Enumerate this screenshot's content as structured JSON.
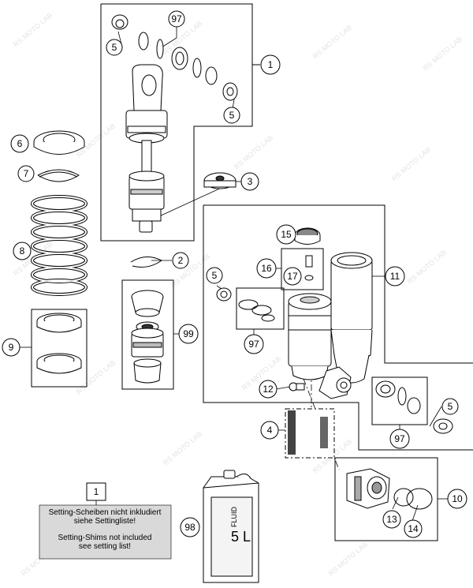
{
  "callouts": [
    {
      "id": "c97a",
      "label": "97"
    },
    {
      "id": "c5a",
      "label": "5"
    },
    {
      "id": "c1",
      "label": "1"
    },
    {
      "id": "c5b",
      "label": "5"
    },
    {
      "id": "c6",
      "label": "6"
    },
    {
      "id": "c7",
      "label": "7"
    },
    {
      "id": "c3",
      "label": "3"
    },
    {
      "id": "c8",
      "label": "8"
    },
    {
      "id": "c2",
      "label": "2"
    },
    {
      "id": "c15",
      "label": "15"
    },
    {
      "id": "c16",
      "label": "16"
    },
    {
      "id": "c17",
      "label": "17"
    },
    {
      "id": "c5c",
      "label": "5"
    },
    {
      "id": "c11",
      "label": "11"
    },
    {
      "id": "c9",
      "label": "9"
    },
    {
      "id": "c99",
      "label": "99"
    },
    {
      "id": "c97b",
      "label": "97"
    },
    {
      "id": "c12",
      "label": "12"
    },
    {
      "id": "c5d",
      "label": "5"
    },
    {
      "id": "c4",
      "label": "4"
    },
    {
      "id": "c97c",
      "label": "97"
    },
    {
      "id": "c1b",
      "label": "1"
    },
    {
      "id": "c98",
      "label": "98"
    },
    {
      "id": "c10",
      "label": "10"
    },
    {
      "id": "c13",
      "label": "13"
    },
    {
      "id": "c14",
      "label": "14"
    }
  ],
  "note": {
    "line1": "Setting-Scheiben nicht inkludiert",
    "line2": "siehe Settingliste!",
    "line3": "Setting-Shims not included",
    "line4": "see setting list!"
  },
  "can_label": {
    "brand": "FLUID",
    "volume": "5 L"
  },
  "watermark": "RS MOTO LAB"
}
